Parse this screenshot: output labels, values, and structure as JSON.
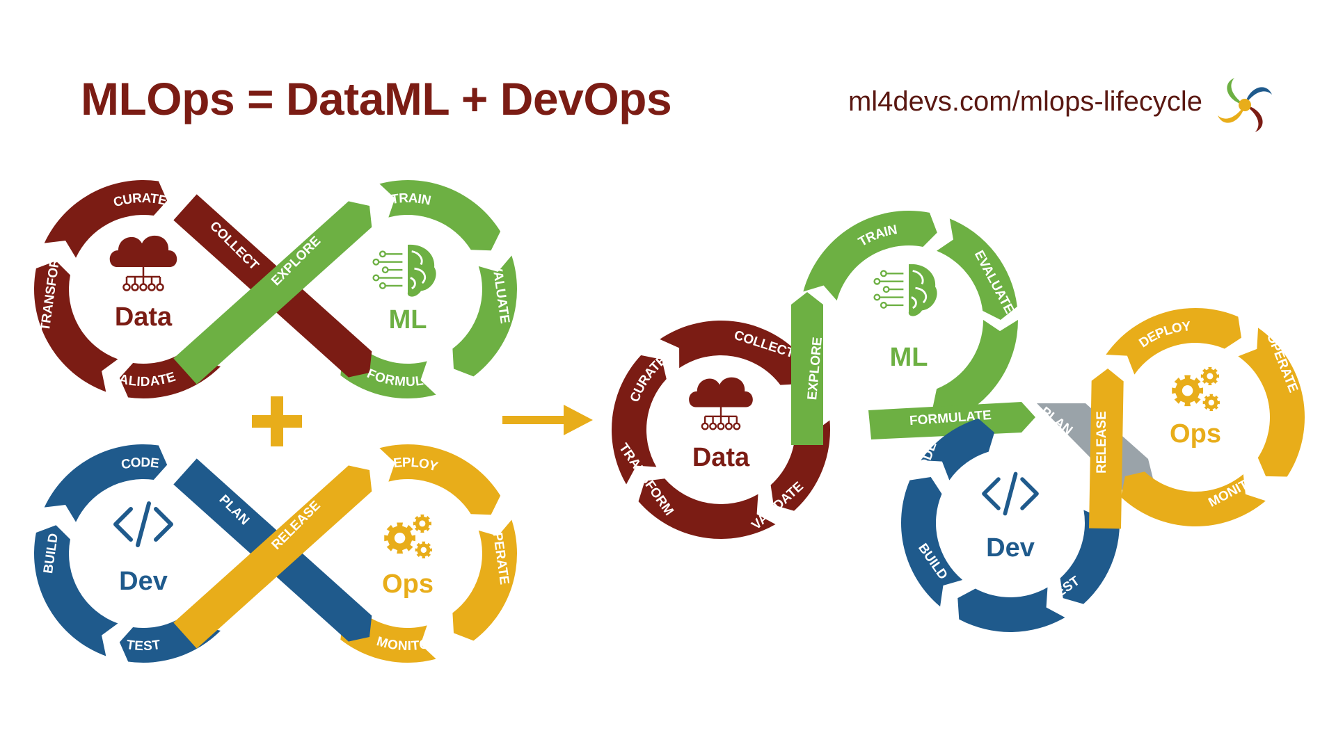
{
  "header": {
    "title": "MLOps = DataML + DevOps",
    "url": "ml4devs.com/mlops-lifecycle"
  },
  "colors": {
    "data": "#7b1c14",
    "ml": "#6db043",
    "dev": "#1f5a8c",
    "ops": "#e8ad1a",
    "plan_gray": "#9aa3a9",
    "arrow": "#e8ad1a",
    "title": "#7b1c14"
  },
  "loops": {
    "data": {
      "name": "Data",
      "icon": "cloud-network-icon",
      "stages": [
        "CURATE",
        "COLLECT",
        "TRANSFORM",
        "VALIDATE"
      ]
    },
    "ml": {
      "name": "ML",
      "icon": "brain-circuit-icon",
      "stages": [
        "TRAIN",
        "EVALUATE",
        "EXPLORE",
        "FORMULATE"
      ]
    },
    "dev": {
      "name": "Dev",
      "icon": "code-brackets-icon",
      "stages": [
        "CODE",
        "PLAN",
        "BUILD",
        "TEST"
      ]
    },
    "ops": {
      "name": "Ops",
      "icon": "gears-icon",
      "stages": [
        "DEPLOY",
        "OPERATE",
        "RELEASE",
        "MONITOR"
      ]
    }
  },
  "operators": {
    "plus": "plus-icon",
    "arrow": "arrow-right-icon"
  }
}
